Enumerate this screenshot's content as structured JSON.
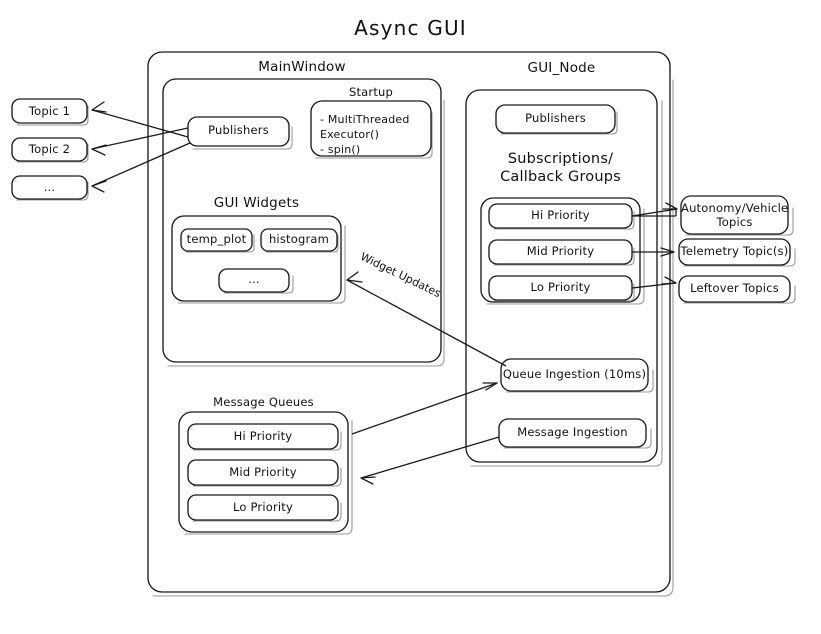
{
  "diagram": {
    "title": "Async  GUI",
    "left_topics": [
      {
        "label": "Topic 1"
      },
      {
        "label": "Topic 2"
      },
      {
        "label": "..."
      }
    ],
    "main_window": {
      "title": "MainWindow",
      "publishers": {
        "label": "Publishers"
      },
      "startup": {
        "title": "Startup",
        "items": [
          "-  MultiThreaded",
          "   Executor()",
          "-  spin()"
        ],
        "text": "-  MultiThreaded\n    Executor()\n-  spin()"
      },
      "gui_widgets": {
        "title": "GUI Widgets",
        "widgets": [
          {
            "label": "temp_plot"
          },
          {
            "label": "histogram"
          },
          {
            "label": "..."
          }
        ]
      }
    },
    "message_queues": {
      "title": "Message Queues",
      "queues": [
        {
          "label": "Hi Priority"
        },
        {
          "label": "Mid Priority"
        },
        {
          "label": "Lo Priority"
        }
      ]
    },
    "gui_node": {
      "title": "GUI_Node",
      "publishers": {
        "label": "Publishers"
      },
      "subscriptions": {
        "title": "Subscriptions/\nCallback Groups",
        "groups": [
          {
            "label": "Hi Priority"
          },
          {
            "label": "Mid Priority"
          },
          {
            "label": "Lo Priority"
          }
        ]
      },
      "queue_ingestion": {
        "label": "Queue Ingestion (10ms)"
      },
      "message_ingestion": {
        "label": "Message Ingestion"
      }
    },
    "right_topics": [
      {
        "label": "Autonomy/Vehicle\nTopics"
      },
      {
        "label": "Telemetry Topic(s)"
      },
      {
        "label": "Leftover Topics"
      }
    ],
    "edge_labels": {
      "widget_updates": "Widget Updates"
    },
    "colors": {
      "stroke": "#1b1b1b",
      "background": "#ffffff",
      "shadow": "#9a9a9a"
    }
  }
}
